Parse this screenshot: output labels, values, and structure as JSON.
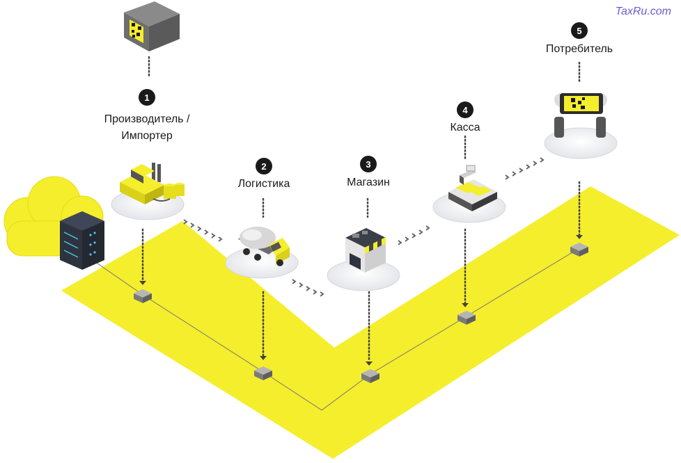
{
  "watermark": "TaxRu.com",
  "steps": [
    {
      "number": "1",
      "label_line1": "Производитель /",
      "label_line2": "Импортер"
    },
    {
      "number": "2",
      "label_line1": "Логистика"
    },
    {
      "number": "3",
      "label_line1": "Магазин"
    },
    {
      "number": "4",
      "label_line1": "Касса"
    },
    {
      "number": "5",
      "label_line1": "Потребитель"
    }
  ],
  "colors": {
    "accent_yellow": "#f5ee2c",
    "dark": "#1a1a1a",
    "server": "#2d3440",
    "node_grey": "#9a9a9a",
    "disc": "#f2f2f4"
  },
  "icons": [
    "cloud-icon",
    "server-rack-icon",
    "product-box-icon",
    "factory-icon",
    "tanker-truck-icon",
    "store-icon",
    "cash-register-icon",
    "smartphone-scan-icon",
    "blockchain-node-icon"
  ]
}
